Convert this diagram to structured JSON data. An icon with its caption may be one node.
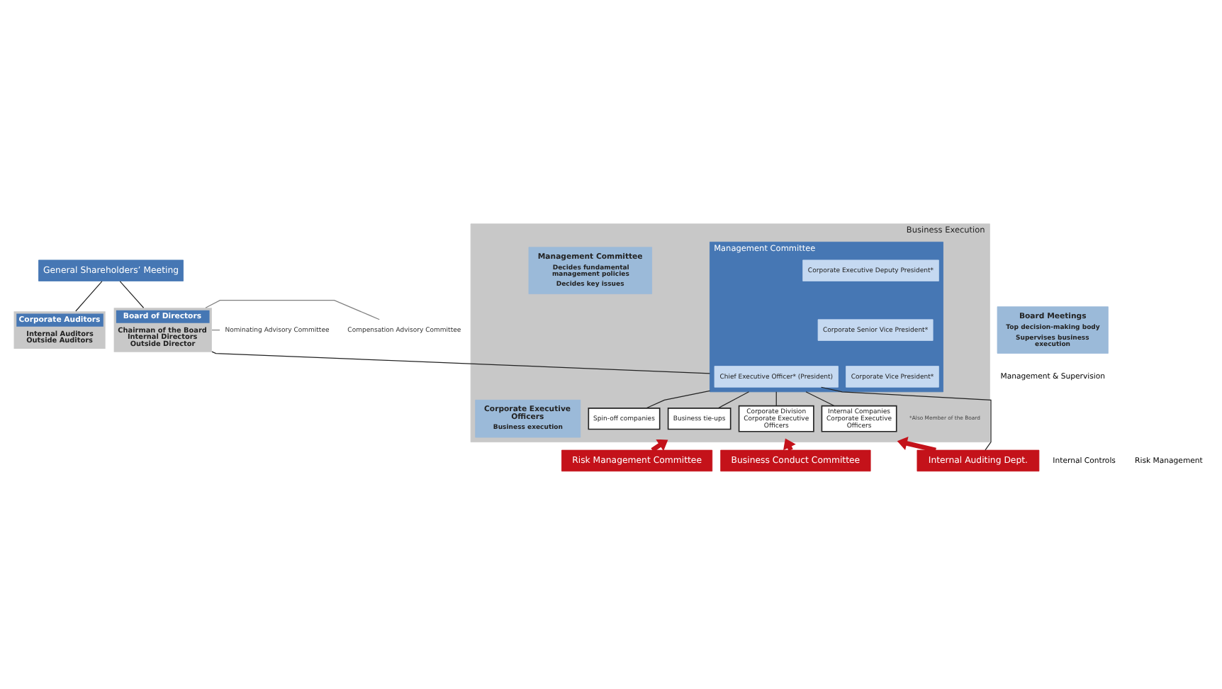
{
  "diagram": {
    "nodes": [
      {
        "text": [
          "General Shareholders’ Meeting"
        ]
      },
      {
        "text": [
          "Corporate Auditors",
          "Internal Auditors Outside Auditors"
        ]
      },
      {
        "text": [
          "Board of Directors",
          "Chairman of the Board Internal Directors Outside Director"
        ]
      },
      {
        "text": [
          "Nominating Advisory Committee"
        ]
      },
      {
        "text": [
          "Compensation Advisory Committee"
        ]
      },
      {
        "text": [
          "Business Execution"
        ]
      },
      {
        "text": [
          "Management Committee"
        ],
        "in": 5
      },
      {
        "text": [
          "Chief Executive Officer* (President)"
        ],
        "in": 6
      },
      {
        "text": [
          "Corporate Executive Deputy President*"
        ],
        "in": 6
      },
      {
        "text": [
          "Corporate Senior Vice President*"
        ],
        "in": 6
      },
      {
        "text": [
          "Corporate Vice President*"
        ],
        "in": 6
      },
      {
        "text": [
          "Business tie-ups"
        ],
        "in": 5
      },
      {
        "text": [
          "Spin-off companies"
        ],
        "in": 5
      },
      {
        "text": [
          "Internal Companies Corporate Executive Officers"
        ],
        "in": 5
      },
      {
        "text": [
          "Corporate Division Corporate Executive Officers"
        ],
        "in": 5
      },
      {
        "text": [
          "Internal Auditing Dept."
        ]
      },
      {
        "text": [
          "Business Conduct Committee"
        ]
      },
      {
        "text": [
          "Risk Management Committee"
        ]
      },
      {
        "text": [
          "Board Meetings",
          "Top decision-making body",
          "Supervises business execution"
        ]
      },
      {
        "text": [
          "Management Committee",
          "Decides fundamental management policies",
          "Decides key issues"
        ],
        "in": 5
      },
      {
        "text": [
          "Corporate Executive Officers",
          "Business execution"
        ],
        "in": 5
      }
    ],
    "edges": [
      {
        "from": 0,
        "to": 1,
        "arrow": "none"
      },
      {
        "from": 0,
        "to": 2,
        "arrow": "none"
      },
      {
        "from": 2,
        "to": 3,
        "arrow": "none",
        "color": "#808080"
      },
      {
        "from": 2,
        "to": 4,
        "arrow": "none",
        "color": "#808080"
      },
      {
        "from": 2,
        "to": 6,
        "arrow": "none"
      },
      {
        "from": 6,
        "to": 11,
        "arrow": "none"
      },
      {
        "from": 6,
        "to": 12,
        "arrow": "none"
      },
      {
        "from": 6,
        "to": 13,
        "arrow": "none"
      },
      {
        "from": 6,
        "to": 14,
        "arrow": "none"
      },
      {
        "from": 15,
        "to": 7,
        "arrow": "none"
      },
      {
        "from": 15,
        "to": 5,
        "arrow": "to",
        "style": "thick",
        "color": "#c4121a"
      },
      {
        "from": 16,
        "to": 5,
        "arrow": "to",
        "style": "thick",
        "color": "#c4121a"
      },
      {
        "from": 17,
        "to": 5,
        "arrow": "to",
        "style": "thick",
        "color": "#c4121a"
      }
    ],
    "labels": [
      "Management & Supervision",
      "*Also Member of the Board",
      "Internal Controls",
      "Risk Management"
    ]
  }
}
